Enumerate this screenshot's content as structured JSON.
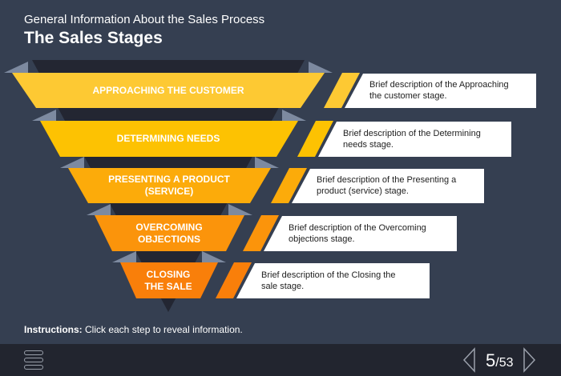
{
  "header": {
    "subtitle": "General Information About the Sales Process",
    "title": "The Sales Stages"
  },
  "stages": [
    {
      "label": "APPROACHING THE CUSTOMER",
      "description": "Brief description of the Approaching the customer stage.",
      "color": "#fdc933"
    },
    {
      "label": "DETERMINING NEEDS",
      "description": "Brief description of the Determining needs stage.",
      "color": "#fdc202"
    },
    {
      "label": "PRESENTING A PRODUCT (SERVICE)",
      "description": "Brief description of the Presenting a product (service) stage.",
      "color": "#fcab0a"
    },
    {
      "label": "OVERCOMING OBJECTIONS",
      "description": "Brief description of the Overcoming objections stage.",
      "color": "#fb940b"
    },
    {
      "label": "CLOSING THE SALE",
      "description": "Brief description of the Closing the sale stage.",
      "color": "#f97f0a"
    }
  ],
  "instructions": {
    "bold": "Instructions:",
    "text": " Click each step to reveal information."
  },
  "footer": {
    "current_page": "5",
    "total_pages": "/53"
  }
}
